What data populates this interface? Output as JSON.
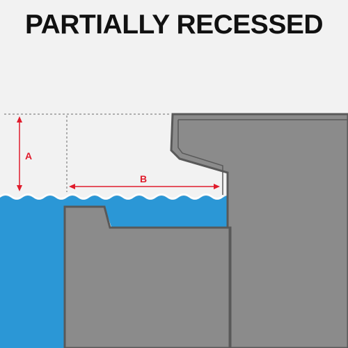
{
  "title": "PARTIALLY RECESSED",
  "labels": {
    "a": "A",
    "b": "B"
  },
  "colors": {
    "background": "#f2f2f2",
    "water": "#2b97d6",
    "concrete_fill": "#8b8b8b",
    "concrete_edge": "#595959",
    "dimension": "#e01c2c",
    "guide": "#6b6b6b",
    "title": "#111111"
  }
}
